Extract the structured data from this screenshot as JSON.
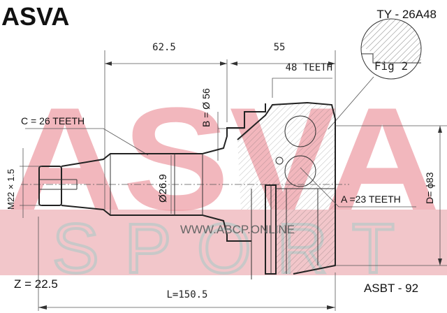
{
  "header": {
    "brand": "ASVA",
    "part_number": "TY - 26A48"
  },
  "watermark": {
    "top": "ASVA",
    "band": "SPORT",
    "url": "WWW.ABCP.ONLINE",
    "brand_color": "#e8707a"
  },
  "dimensions": {
    "length_a": "62.5",
    "length_b": "55",
    "abs_teeth": "48 TEETH",
    "fig_label": "Fig 2",
    "b_diameter": "B = Ø 56",
    "c_teeth": "C = 26 TEETH",
    "thread": "M22 × 1.5",
    "shaft_diameter": "Ø26.9",
    "a_teeth": "A =23 TEETH",
    "d_diameter": "D= ϕ83",
    "z": "Z = 22.5",
    "total_length": "L=150.5"
  },
  "footer": {
    "code": "ASBT - 92"
  }
}
